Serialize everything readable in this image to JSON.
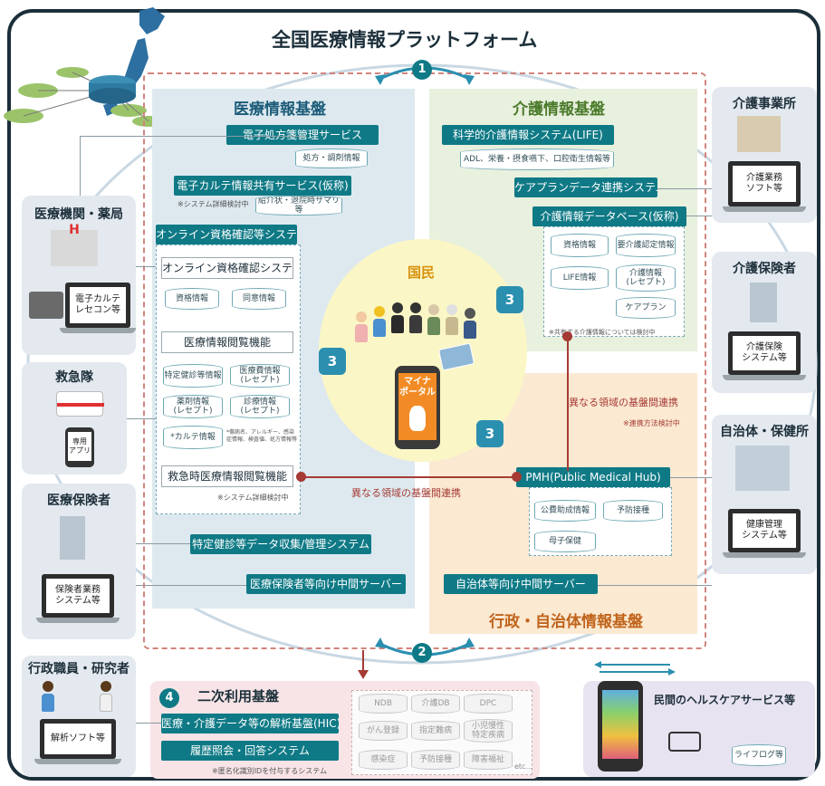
{
  "title": "全国医療情報プラットフォーム",
  "steps": {
    "one": "1",
    "two": "2",
    "three": "3",
    "four": "4"
  },
  "medical": {
    "title": "医療情報基盤",
    "eprescription": {
      "label": "電子処方箋管理サービス",
      "db": "処方・調剤情報"
    },
    "ekarte": {
      "label": "電子カルテ情報共有サービス(仮称)",
      "note": "※システム詳細検討中",
      "db": "紹介状・退院時サマリ等"
    },
    "online": {
      "label": "オンライン資格確認等システム",
      "sub": "オンライン資格確認システム",
      "dbs": [
        "資格情報",
        "同意情報"
      ],
      "viewer": "医療情報閲覧機能",
      "viewer_dbs": [
        "特定健診等情報",
        "医療費情報\n(レセプト)",
        "薬剤情報\n(レセプト)",
        "診療情報\n(レセプト)",
        "*カルテ情報"
      ],
      "karte_note": "*傷病名、アレルギー、感染症情報、検査値、処方情報等",
      "emergency": "救急時医療情報閲覧機能",
      "emergency_note": "※システム詳細検討中"
    },
    "checkup": "特定健診等データ収集/管理システム",
    "insurer_server": "医療保険者等向け中間サーバー"
  },
  "care": {
    "title": "介護情報基盤",
    "life": {
      "label": "科学的介護情報システム(LIFE)",
      "db": "ADL、栄養・摂食嚥下、口腔衛生情報等"
    },
    "careplan": "ケアプランデータ連携システム",
    "database": {
      "label": "介護情報データベース(仮称)",
      "dbs": [
        "資格情報",
        "要介護認定情報",
        "LIFE情報",
        "介護情報\n(レセプト)",
        "ケアプラン"
      ],
      "note": "※共有する介護情報については検討中"
    }
  },
  "citizen": {
    "label": "国民",
    "phone": "マイナ\nポータル"
  },
  "admin": {
    "title": "行政・自治体情報基盤",
    "link_label": "異なる領域の基盤間連携",
    "link_note": "※連携方法検討中",
    "pmh": "PMH(Public Medical Hub)",
    "dbs": [
      "公費助成情報",
      "予防接種",
      "母子保健"
    ],
    "local_server": "自治体等向け中間サーバー"
  },
  "cross_link": "異なる領域の基盤間連携",
  "secondary": {
    "title": "二次利用基盤",
    "hic": "医療・介護データ等の解析基盤(HIC)",
    "history": "履歴照会・回答システム",
    "note": "※匿名化識別IDを付与するシステム",
    "dbs": [
      "NDB",
      "介護DB",
      "DPC",
      "がん登録",
      "指定難病",
      "小児慢性\n特定疾病",
      "感染症",
      "予防接種",
      "障害福祉"
    ],
    "etc": "etc..."
  },
  "private": {
    "title": "民間のヘルスケアサービス等",
    "lifelog": "ライフログ等"
  },
  "left": {
    "hospital": {
      "title": "医療機関・薬局",
      "screen": "電子カルテ\nレセコン等",
      "sign": "H"
    },
    "ambulance": {
      "title": "救急隊",
      "screen": "専用\nアプリ"
    },
    "insurer": {
      "title": "医療保険者",
      "screen": "保険者業務\nシステム等"
    },
    "research": {
      "title": "行政職員・研究者",
      "screen": "解析ソフト等"
    }
  },
  "right": {
    "care_office": {
      "title": "介護事業所",
      "screen": "介護業務\nソフト等"
    },
    "care_insurer": {
      "title": "介護保険者",
      "screen": "介護保険\nシステム等"
    },
    "local_gov": {
      "title": "自治体・保健所",
      "screen": "健康管理\nシステム等"
    }
  },
  "colors": {
    "teal": "#0f7a86",
    "frame": "#1b2f3a",
    "dash": "#d2847d",
    "red_link": "#a53b34"
  }
}
